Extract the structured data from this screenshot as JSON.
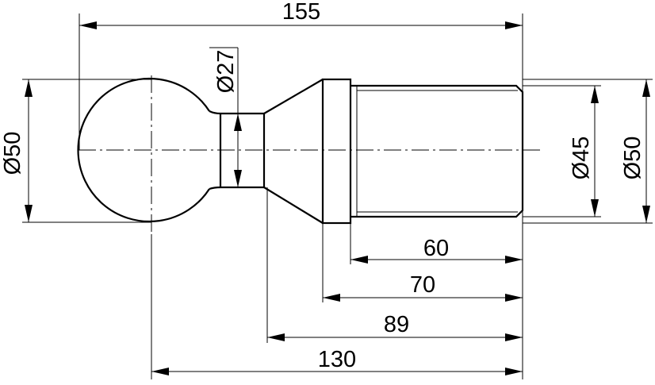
{
  "dimensions": {
    "overall_length": "155",
    "neck_diameter": "Ø27",
    "ball_diameter": "Ø50",
    "thread_diameter": "Ø45",
    "shank_diameter": "Ø50",
    "thread_length": "60",
    "shank_length": "70",
    "cone_to_end": "89",
    "ball_center_to_end": "130"
  }
}
